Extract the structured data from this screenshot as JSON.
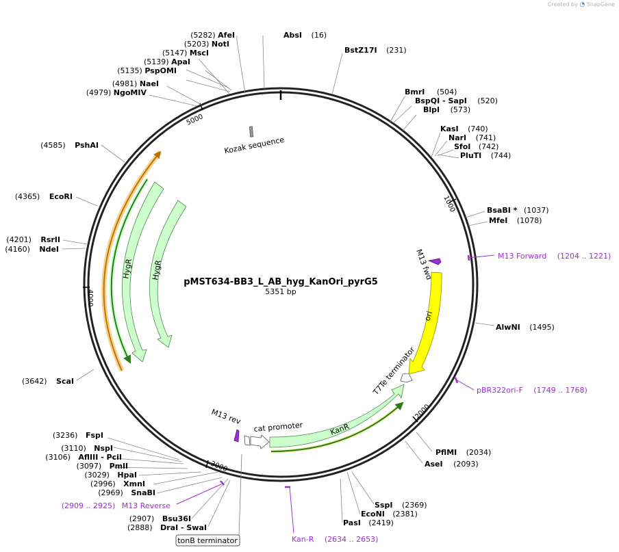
{
  "watermark": {
    "created_by": "Created by",
    "brand": "SnapGene"
  },
  "plasmid": {
    "name": "pMST634-BB3_L_AB_hyg_KanOri_pyrG5",
    "size_label": "5351 bp",
    "length": 5351,
    "backbone_color": "#222222"
  },
  "ticks": [
    {
      "pos": 1000,
      "label": "1000"
    },
    {
      "pos": 2000,
      "label": "2000"
    },
    {
      "pos": 3000,
      "label": "3000"
    },
    {
      "pos": 4000,
      "label": "4000"
    },
    {
      "pos": 5000,
      "label": "5000"
    }
  ],
  "sites": [
    {
      "name": "AfeI",
      "pos": "(5282)"
    },
    {
      "name": "AbsI",
      "pos": "(16)"
    },
    {
      "name": "BstZ17I",
      "pos": "(231)"
    },
    {
      "name": "NotI",
      "pos": "(5203)"
    },
    {
      "name": "MscI",
      "pos": "(5147)"
    },
    {
      "name": "ApaI",
      "pos": "(5139)"
    },
    {
      "name": "PspOMI",
      "pos": "(5135)"
    },
    {
      "name": "NaeI",
      "pos": "(4981)"
    },
    {
      "name": "NgoMIV",
      "pos": "(4979)"
    },
    {
      "name": "BmrI",
      "pos": "(504)"
    },
    {
      "name": "BspQI - SapI",
      "pos": "(520)"
    },
    {
      "name": "BlpI",
      "pos": "(573)"
    },
    {
      "name": "KasI",
      "pos": "(740)"
    },
    {
      "name": "NarI",
      "pos": "(741)"
    },
    {
      "name": "SfoI",
      "pos": "(742)"
    },
    {
      "name": "PluTI",
      "pos": "(744)"
    },
    {
      "name": "BsaBI *",
      "pos": "(1037)"
    },
    {
      "name": "MfeI",
      "pos": "(1078)"
    },
    {
      "name": "AlwNI",
      "pos": "(1495)"
    },
    {
      "name": "PflMI",
      "pos": "(2034)"
    },
    {
      "name": "AseI",
      "pos": "(2093)"
    },
    {
      "name": "SspI",
      "pos": "(2369)"
    },
    {
      "name": "EcoNI",
      "pos": "(2381)"
    },
    {
      "name": "PasI",
      "pos": "(2419)"
    },
    {
      "name": "PshAI",
      "pos": "(4585)"
    },
    {
      "name": "EcoRI",
      "pos": "(4365)"
    },
    {
      "name": "RsrII",
      "pos": "(4201)"
    },
    {
      "name": "NdeI",
      "pos": "(4160)"
    },
    {
      "name": "ScaI",
      "pos": "(3642)"
    },
    {
      "name": "FspI",
      "pos": "(3236)"
    },
    {
      "name": "NspI",
      "pos": "(3110)"
    },
    {
      "name": "AflIII - PciI",
      "pos": "(3106)"
    },
    {
      "name": "PmlI",
      "pos": "(3097)"
    },
    {
      "name": "HpaI",
      "pos": "(3029)"
    },
    {
      "name": "XmnI",
      "pos": "(2996)"
    },
    {
      "name": "SnaBI",
      "pos": "(2969)"
    },
    {
      "name": "Bsu36I",
      "pos": "(2907)"
    },
    {
      "name": "DraI - SwaI",
      "pos": "(2888)"
    }
  ],
  "primers": [
    {
      "name": "M13 Forward",
      "range": "(1204 .. 1221)"
    },
    {
      "name": "pBR322ori-F",
      "range": "(1749 .. 1768)"
    },
    {
      "name": "Kan-R",
      "range": "(2634 .. 2653)"
    },
    {
      "name": "M13 Reverse",
      "range": "(2909 .. 2925)"
    }
  ],
  "features": [
    {
      "name": "Kozak sequence",
      "color": "#999999"
    },
    {
      "name": "M13 fwd",
      "color": "#9b2fd3"
    },
    {
      "name": "ori",
      "color": "#ffff00"
    },
    {
      "name": "T7Te terminator",
      "color": "#ffffff"
    },
    {
      "name": "KanR",
      "color": "#ccffcc"
    },
    {
      "name": "cat promoter",
      "color": "#ffffff"
    },
    {
      "name": "M13 rev",
      "color": "#9b2fd3"
    },
    {
      "name": "tonB terminator",
      "color": "#ffffff"
    },
    {
      "name": "HygR",
      "color": "#ccffcc"
    },
    {
      "name": "HygR",
      "color": "#ccffcc"
    }
  ],
  "colors": {
    "primer": "#9b2fd3",
    "orf_green": "#2b7a1f",
    "orf_orange": "#e8a033",
    "feature_green": "#ccffcc",
    "ori_yellow": "#ffff00"
  }
}
